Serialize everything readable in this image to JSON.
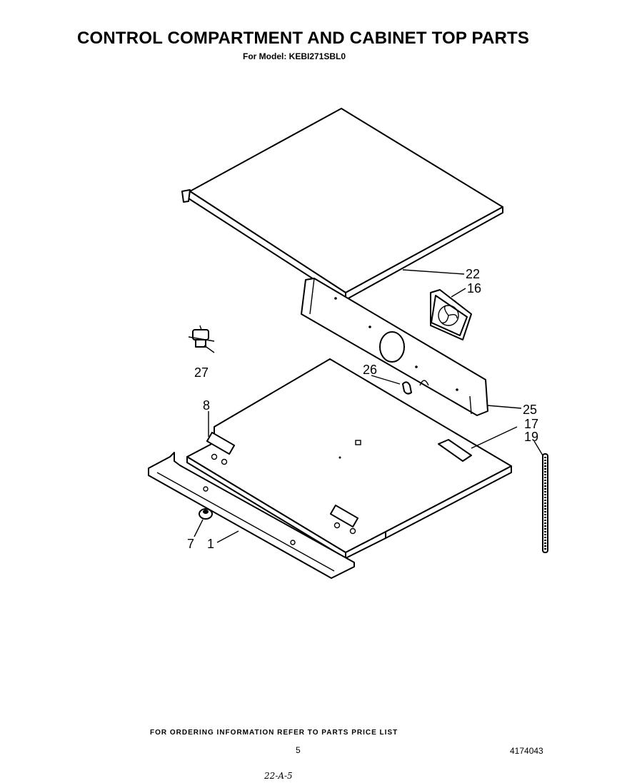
{
  "header": {
    "title": "CONTROL COMPARTMENT  AND CABINET TOP PARTS",
    "model_line": "For Model: KEBI271SBL0"
  },
  "callouts": [
    "22",
    "16",
    "27",
    "26",
    "8",
    "25",
    "17",
    "19",
    "7",
    "1"
  ],
  "footer": {
    "ordering_note": "FOR ORDERING INFORMATION REFER TO PARTS PRICE LIST",
    "page_number": "5",
    "document_number": "4174043",
    "handwritten_date": "22-A-5"
  }
}
